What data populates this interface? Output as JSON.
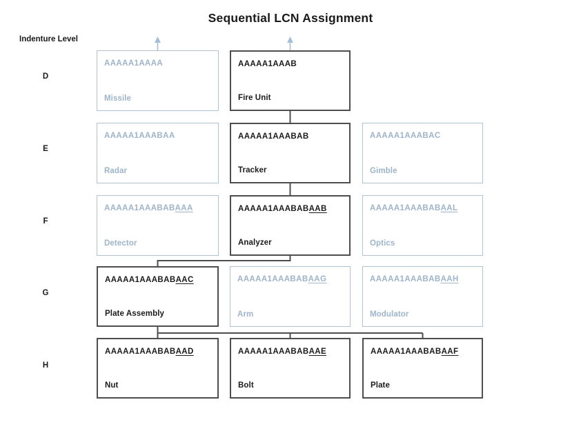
{
  "title": "Sequential LCN Assignment",
  "sidebar": {
    "indenture_label": "Indenture Level",
    "levels": [
      "D",
      "E",
      "F",
      "G",
      "H"
    ]
  },
  "colors": {
    "background": "#ffffff",
    "title_text": "#1a1a1a",
    "muted_border": "#afc3d7",
    "muted_text": "#9db4ca",
    "dark_border": "#4d4d4d",
    "dark_text": "#1a1a1a",
    "connector": "#4d4d4d",
    "arrow": "#a5bfd8"
  },
  "boxes": [
    {
      "level": "D",
      "code_main": "AAAAA1AAAA",
      "code_underlined": "",
      "name": "Missile",
      "emphasis": "muted"
    },
    {
      "level": "D",
      "code_main": "AAAAA1AAAB",
      "code_underlined": "",
      "name": "Fire Unit",
      "emphasis": "dark"
    },
    {
      "level": "E",
      "code_main": "AAAAA1AAABAA",
      "code_underlined": "",
      "name": "Radar",
      "emphasis": "muted"
    },
    {
      "level": "E",
      "code_main": "AAAAA1AAABAB",
      "code_underlined": "",
      "name": "Tracker",
      "emphasis": "dark"
    },
    {
      "level": "E",
      "code_main": "AAAAA1AAABAC",
      "code_underlined": "",
      "name": "Gimble",
      "emphasis": "muted"
    },
    {
      "level": "F",
      "code_main": "AAAAA1AAABAB",
      "code_underlined": "AAA",
      "name": "Detector",
      "emphasis": "muted"
    },
    {
      "level": "F",
      "code_main": "AAAAA1AAABAB",
      "code_underlined": "AAB",
      "name": "Analyzer",
      "emphasis": "dark"
    },
    {
      "level": "F",
      "code_main": "AAAAA1AAABAB",
      "code_underlined": "AAL",
      "name": "Optics",
      "emphasis": "muted"
    },
    {
      "level": "G",
      "code_main": "AAAAA1AAABAB",
      "code_underlined": "AAC",
      "name": "Plate Assembly",
      "emphasis": "dark"
    },
    {
      "level": "G",
      "code_main": "AAAAA1AAABAB",
      "code_underlined": "AAG",
      "name": "Arm",
      "emphasis": "muted"
    },
    {
      "level": "G",
      "code_main": "AAAAA1AAABAB",
      "code_underlined": "AAH",
      "name": "Modulator",
      "emphasis": "muted"
    },
    {
      "level": "H",
      "code_main": "AAAAA1AAABAB",
      "code_underlined": "AAD",
      "name": "Nut",
      "emphasis": "dark"
    },
    {
      "level": "H",
      "code_main": "AAAAA1AAABAB",
      "code_underlined": "AAE",
      "name": "Bolt",
      "emphasis": "dark"
    },
    {
      "level": "H",
      "code_main": "AAAAA1AAABAB",
      "code_underlined": "AAF",
      "name": "Plate",
      "emphasis": "dark"
    }
  ]
}
